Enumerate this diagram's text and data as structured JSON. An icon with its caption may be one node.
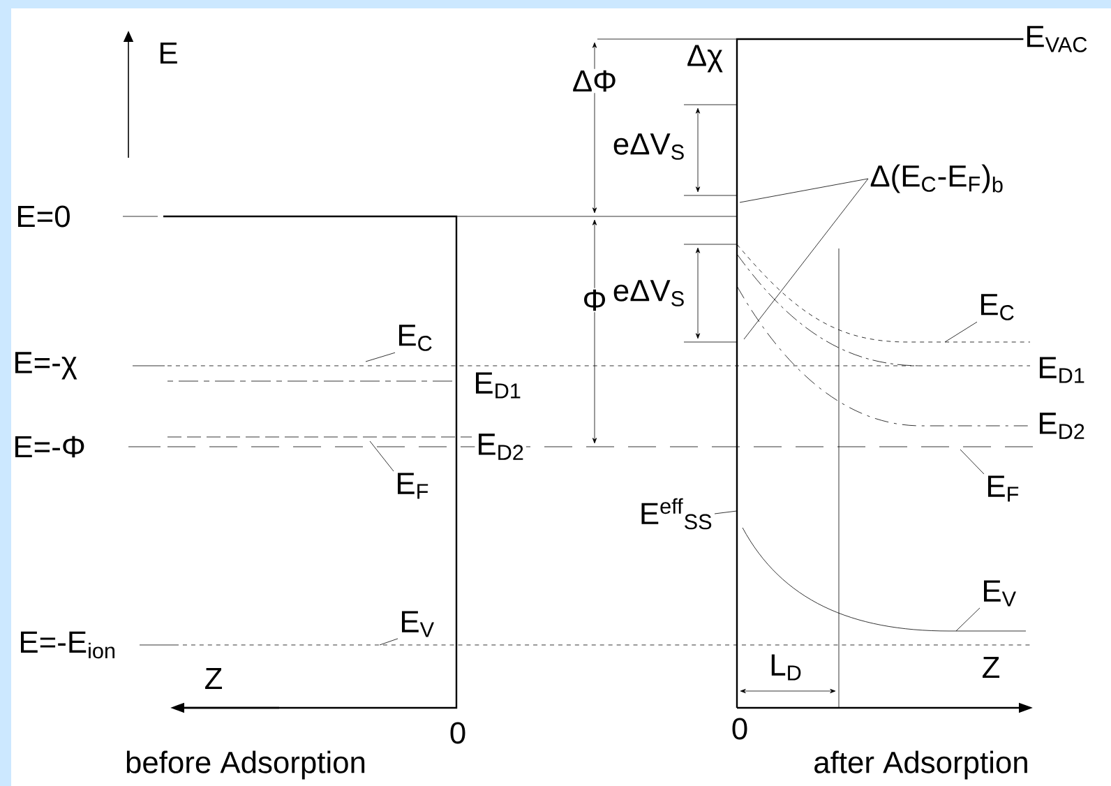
{
  "diagram": {
    "nodes": [
      {
        "text": [
          "E$_{C}$"
        ]
      },
      {
        "text": [
          "E$_{F}$"
        ]
      },
      {
        "text": [
          "E$_{V}$"
        ]
      },
      {
        "text": [
          "Δ(E$_{C}$-E$_{F}$)$_{b}$"
        ]
      },
      {
        "text": [
          "E$_{C}$"
        ]
      },
      {
        "text": [
          "E$_{F}$"
        ]
      },
      {
        "text": [
          "E$_{V}$"
        ]
      },
      {
        "text": [
          "E$^{eff}$$_{SS}$"
        ]
      }
    ],
    "edges": [
      {
        "from": 0,
        "to": null,
        "arrow": "none"
      },
      {
        "from": 1,
        "to": null,
        "arrow": "none"
      },
      {
        "from": 2,
        "to": null,
        "arrow": "none"
      },
      {
        "from": 3,
        "to": null,
        "arrow": "none"
      },
      {
        "from": 3,
        "to": null,
        "arrow": "none"
      },
      {
        "from": 4,
        "to": null,
        "arrow": "none"
      },
      {
        "from": 5,
        "to": null,
        "arrow": "none"
      },
      {
        "from": 6,
        "to": null,
        "arrow": "none"
      },
      {
        "from": 7,
        "to": null,
        "arrow": "none"
      }
    ],
    "labels": [
      "E",
      "ΔΦ",
      "Δχ",
      "E$_{VAC}$",
      "eΔV$_{S}$",
      "E=0",
      "Φ",
      "eΔV$_{S}$",
      "E=-χ",
      "E$_{D1}$",
      "E$_{D1}$",
      "E=-Φ",
      "E$_{D2}$",
      "E$_{D2}$",
      "E=-E$_{ion}$",
      "Z",
      "L$_{D}$",
      "Z",
      "0",
      "0",
      "before Adsorption",
      "after Adsorption"
    ]
  }
}
